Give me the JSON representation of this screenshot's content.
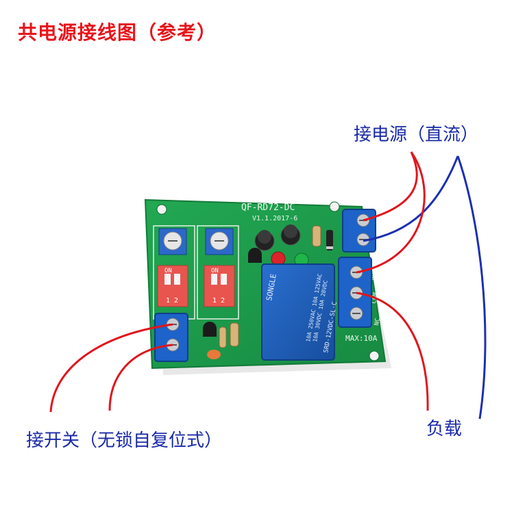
{
  "title": "共电源接线图（参考）",
  "labels": {
    "power": "接电源（直流）",
    "switch": "接开关（无锁自复位式）",
    "load": "负载"
  },
  "board": {
    "model": "QF-RD72-DC",
    "version": "V1.1.2017-6",
    "dip_on": "ON",
    "dip_nums": "1 2",
    "relay_brand": "SONGLE",
    "relay_model": "SRD-12VDC-SL-C",
    "relay_rating_1": "10A 250VAC  10A 125VAC",
    "relay_rating_2": "10A 30VDC  10A 28VDC",
    "max_current": "MAX:10A",
    "terminal_no": "NO",
    "terminal_com": "COM",
    "terminal_nc": "NC"
  },
  "colors": {
    "title": "#e8141b",
    "label": "#1a2aa8",
    "wire_red": "#e0161c",
    "wire_blue": "#1c2fb0",
    "pcb": "#1f9a4c",
    "terminal": "#1d63c9",
    "relay": "#1e5fb8",
    "dip": "#e8554f"
  }
}
